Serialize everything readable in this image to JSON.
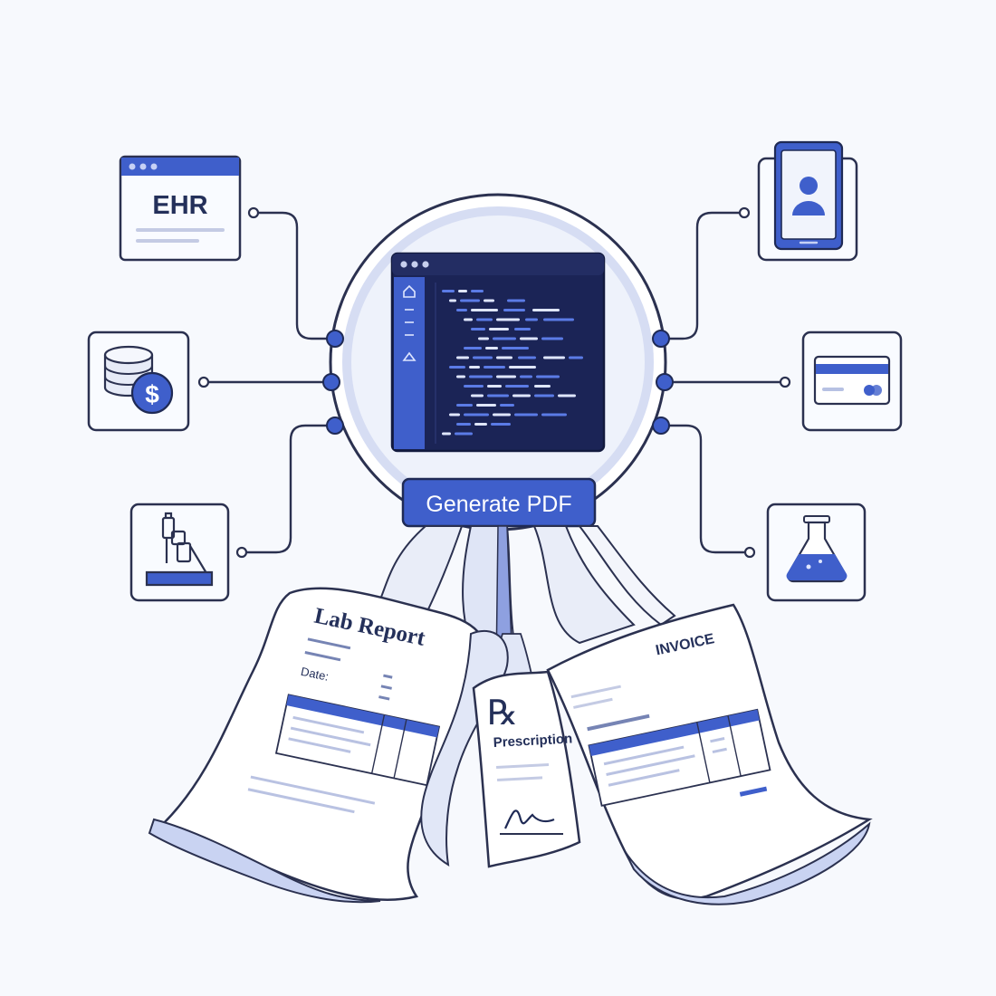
{
  "hub": {
    "action_label": "Generate PDF"
  },
  "sources": [
    {
      "id": "ehr",
      "label": "EHR",
      "icon": "browser-window-icon"
    },
    {
      "id": "billing",
      "label": "",
      "icon": "database-dollar-icon"
    },
    {
      "id": "lab-system",
      "label": "",
      "icon": "lab-equipment-icon"
    },
    {
      "id": "patient-app",
      "label": "",
      "icon": "mobile-patient-profile-icon"
    },
    {
      "id": "payments",
      "label": "",
      "icon": "credit-card-icon"
    },
    {
      "id": "lab-results",
      "label": "",
      "icon": "flask-icon"
    }
  ],
  "documents": {
    "lab_report": {
      "title": "Lab Report",
      "field_date": "Date:"
    },
    "prescription": {
      "symbol": "℞",
      "title": "Prescription"
    },
    "invoice": {
      "title": "INVOICE"
    }
  },
  "colors": {
    "accent": "#3f5fcb",
    "ink": "#24305a",
    "code_bg": "#1b2456",
    "ring": "#dfe5f6",
    "background": "#f7f9fd"
  }
}
